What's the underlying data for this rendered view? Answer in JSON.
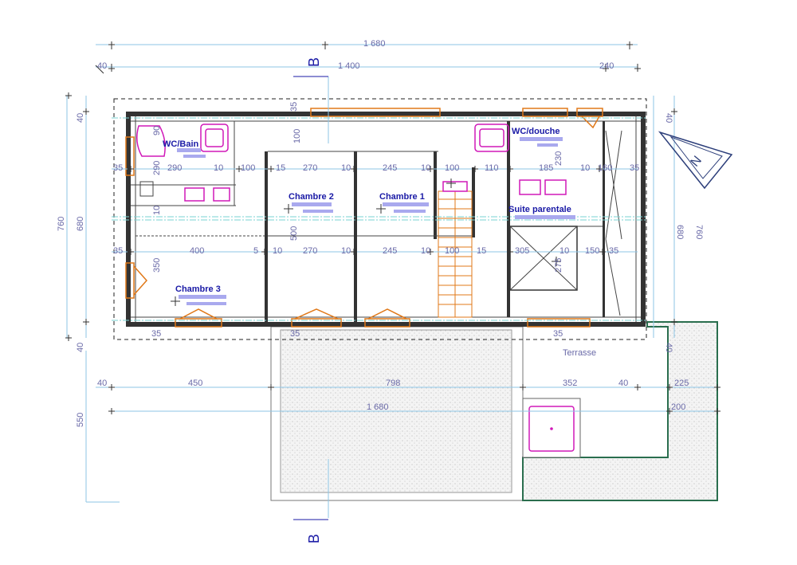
{
  "dimensions": {
    "top_total": "1 680",
    "top_inner": "1 400",
    "top_left": "40",
    "top_right": "240",
    "left_total": "760",
    "left_inner": "680",
    "left_top": "40",
    "left_bottom": "40",
    "right_total": "760",
    "right_inner": "680",
    "right_top": "40",
    "right_bottom": "40",
    "row1": [
      "35",
      "290",
      "10",
      "100",
      "15",
      "270",
      "10",
      "245",
      "10",
      "100",
      "110",
      "185",
      "10",
      "160",
      "35"
    ],
    "row2": [
      "35",
      "400",
      "5",
      "10",
      "270",
      "10",
      "245",
      "10",
      "100",
      "15",
      "305",
      "10",
      "150",
      "35"
    ],
    "vertical_small": [
      "35",
      "100",
      "90",
      "290",
      "10",
      "500",
      "350",
      "230",
      "275",
      "35",
      "35",
      "35"
    ],
    "bottom_row1": [
      "40",
      "450",
      "798",
      "352",
      "40",
      "225"
    ],
    "bottom_total": "1 680",
    "bottom_right": "200",
    "terrace_height": "550"
  },
  "rooms": {
    "wc_bain": "WC/Bain",
    "wc_douche": "WC/douche",
    "chambre2": "Chambre 2",
    "chambre1": "Chambre 1",
    "suite": "Suite parentale",
    "chambre3": "Chambre 3",
    "terrasse": "Terrasse"
  },
  "section_marks": {
    "top": "B",
    "bottom": "B"
  },
  "north": {
    "label": "N"
  },
  "colors": {
    "dimension_text": "#6a6aa8",
    "dimension_line": "#8ec6e6",
    "wall": "#333333",
    "window": "#e07818",
    "fixture": "#d018b8",
    "room_label": "#1a1aa6",
    "terrace_border": "#2a6e4e"
  }
}
